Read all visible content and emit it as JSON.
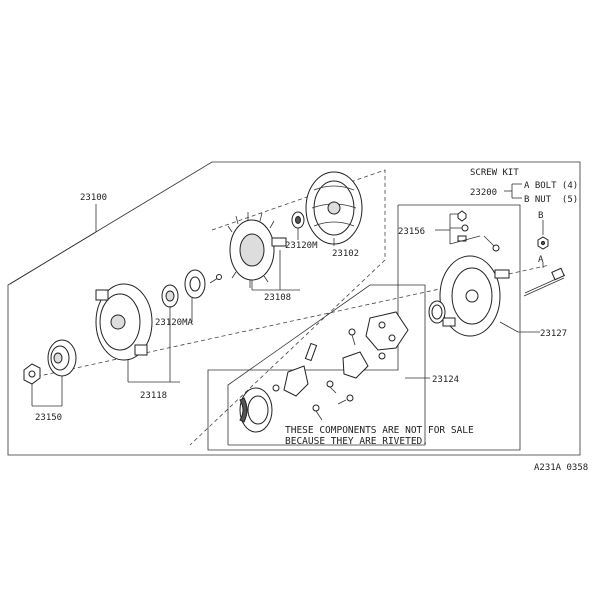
{
  "labels": {
    "p23100": "23100",
    "p23102": "23102",
    "p23120m": "23120M",
    "p23108": "23108",
    "p23120ma": "23120MA",
    "p23118": "23118",
    "p23150": "23150",
    "p23156": "23156",
    "p23127": "23127",
    "p23124": "23124",
    "p23200": "23200"
  },
  "screw_kit": {
    "title": "SCREW KIT",
    "item_a": "A BOLT (4)",
    "item_b": "B NUT  (5)",
    "callout_a": "A",
    "callout_b": "B"
  },
  "note": {
    "line1": "THESE COMPONENTS ARE NOT FOR SALE",
    "line2": "BECAUSE THEY ARE RIVETED."
  },
  "figure_code": "A231A 0358"
}
